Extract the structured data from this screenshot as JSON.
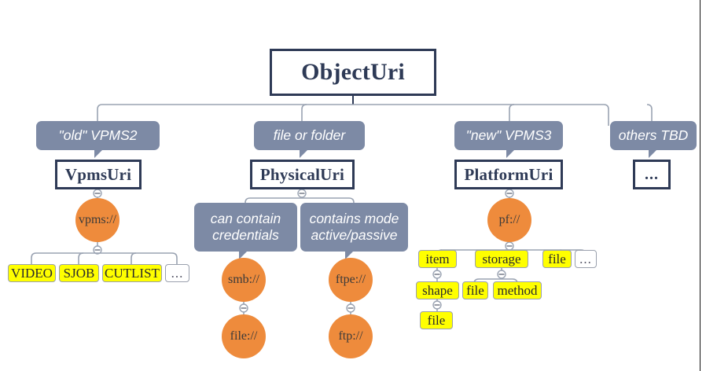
{
  "diagram": {
    "title_node": {
      "label": "ObjectUri"
    },
    "classes": [
      {
        "id": "vpmsuri",
        "label": "VpmsUri"
      },
      {
        "id": "physicaluri",
        "label": "PhysicalUri"
      },
      {
        "id": "platformuri",
        "label": "PlatformUri"
      },
      {
        "id": "others",
        "label": "..."
      }
    ],
    "annotations": [
      {
        "id": "ann-old",
        "label": "\"old\" VPMS2"
      },
      {
        "id": "ann-fileorfolder",
        "label": "file or folder"
      },
      {
        "id": "ann-new",
        "label": "\"new\" VPMS3"
      },
      {
        "id": "ann-others",
        "label": "others TBD"
      },
      {
        "id": "ann-credentials",
        "label": "can contain\ncredentials"
      },
      {
        "id": "ann-mode",
        "label": "contains mode\nactive/passive"
      }
    ],
    "schemes": [
      {
        "id": "vpms",
        "label": "vpms://"
      },
      {
        "id": "smb",
        "label": "smb://"
      },
      {
        "id": "fileurl",
        "label": "file://"
      },
      {
        "id": "ftpe",
        "label": "ftpe://"
      },
      {
        "id": "ftp",
        "label": "ftp://"
      },
      {
        "id": "pf",
        "label": "pf://"
      }
    ],
    "tokens": [
      {
        "id": "video",
        "label": "VIDEO"
      },
      {
        "id": "sjob",
        "label": "SJOB"
      },
      {
        "id": "cutlist",
        "label": "CUTLIST"
      },
      {
        "id": "vpms-more",
        "label": "..."
      },
      {
        "id": "item",
        "label": "item"
      },
      {
        "id": "storage",
        "label": "storage"
      },
      {
        "id": "pf-file",
        "label": "file"
      },
      {
        "id": "pf-more",
        "label": "..."
      },
      {
        "id": "shape",
        "label": "shape"
      },
      {
        "id": "storage-file",
        "label": "file"
      },
      {
        "id": "method",
        "label": "method"
      },
      {
        "id": "shape-file",
        "label": "file"
      }
    ],
    "colors": {
      "class_border": "#2e3a56",
      "class_text": "#2e3a56",
      "annotation_fill": "#7d8aa5",
      "annotation_text": "#ffffff",
      "scheme_fill": "#ee8b3c",
      "token_fill": "#ffff00",
      "token_border": "#9aa0ad",
      "connector": "#9aa3b2",
      "background": "#ffffff"
    }
  }
}
